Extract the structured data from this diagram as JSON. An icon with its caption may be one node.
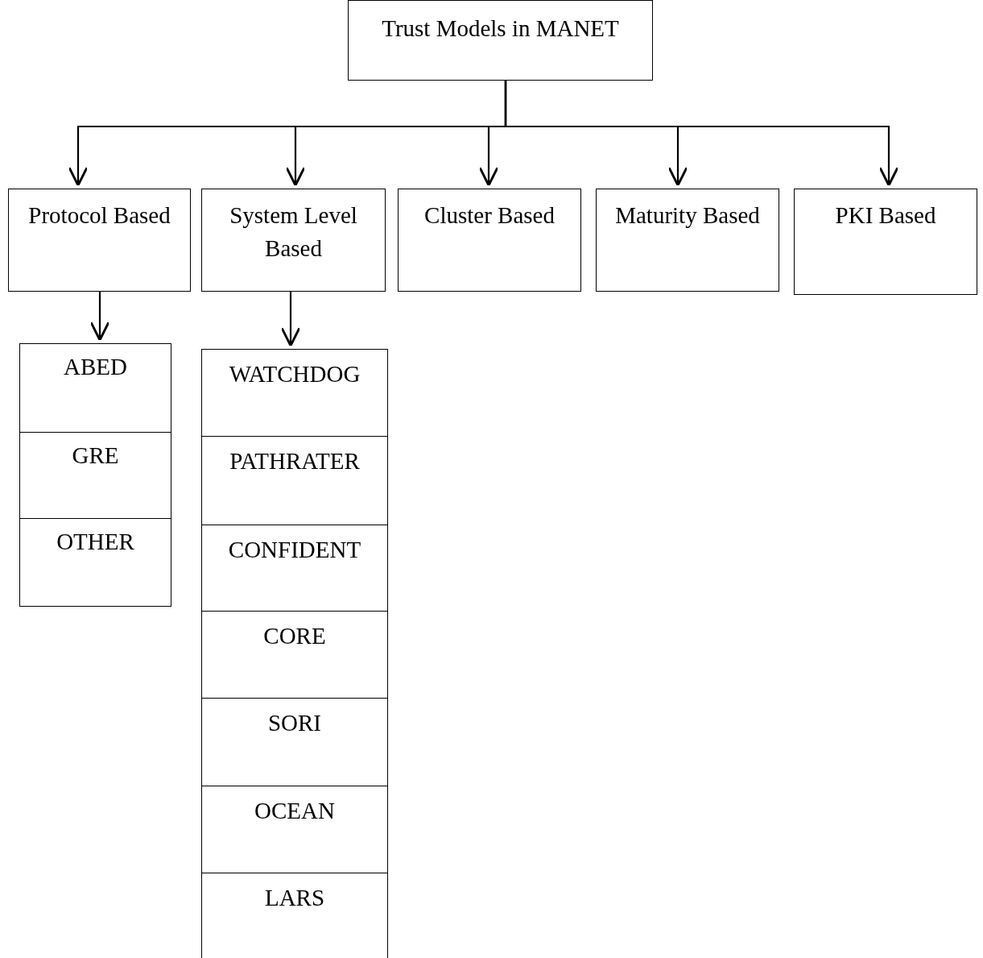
{
  "diagram": {
    "nodes": [
      {
        "text": [
          "Trust Models in MANET"
        ]
      },
      {
        "text": [
          "Protocol Based"
        ]
      },
      {
        "text": [
          "System Level Based"
        ]
      },
      {
        "text": [
          "Cluster Based"
        ]
      },
      {
        "text": [
          "Maturity Based"
        ]
      },
      {
        "text": [
          "PKI Based"
        ]
      },
      {
        "text": [
          "ABED"
        ]
      },
      {
        "text": [
          "GRE"
        ]
      },
      {
        "text": [
          "OTHER"
        ]
      },
      {
        "text": [
          "WATCHDOG"
        ]
      },
      {
        "text": [
          "PATHRATER"
        ]
      },
      {
        "text": [
          "CONFIDENT"
        ]
      },
      {
        "text": [
          "CORE"
        ]
      },
      {
        "text": [
          "SORI"
        ]
      },
      {
        "text": [
          "OCEAN"
        ]
      },
      {
        "text": [
          "LARS"
        ]
      }
    ],
    "edges": [
      {
        "from": 0,
        "to": 1,
        "arrow": "to"
      },
      {
        "from": 0,
        "to": 2,
        "arrow": "to"
      },
      {
        "from": 0,
        "to": 3,
        "arrow": "to"
      },
      {
        "from": 0,
        "to": 4,
        "arrow": "to"
      },
      {
        "from": 0,
        "to": 5,
        "arrow": "to"
      },
      {
        "from": 1,
        "to": 6,
        "arrow": "to"
      },
      {
        "from": 2,
        "to": 9,
        "arrow": "to"
      }
    ]
  }
}
